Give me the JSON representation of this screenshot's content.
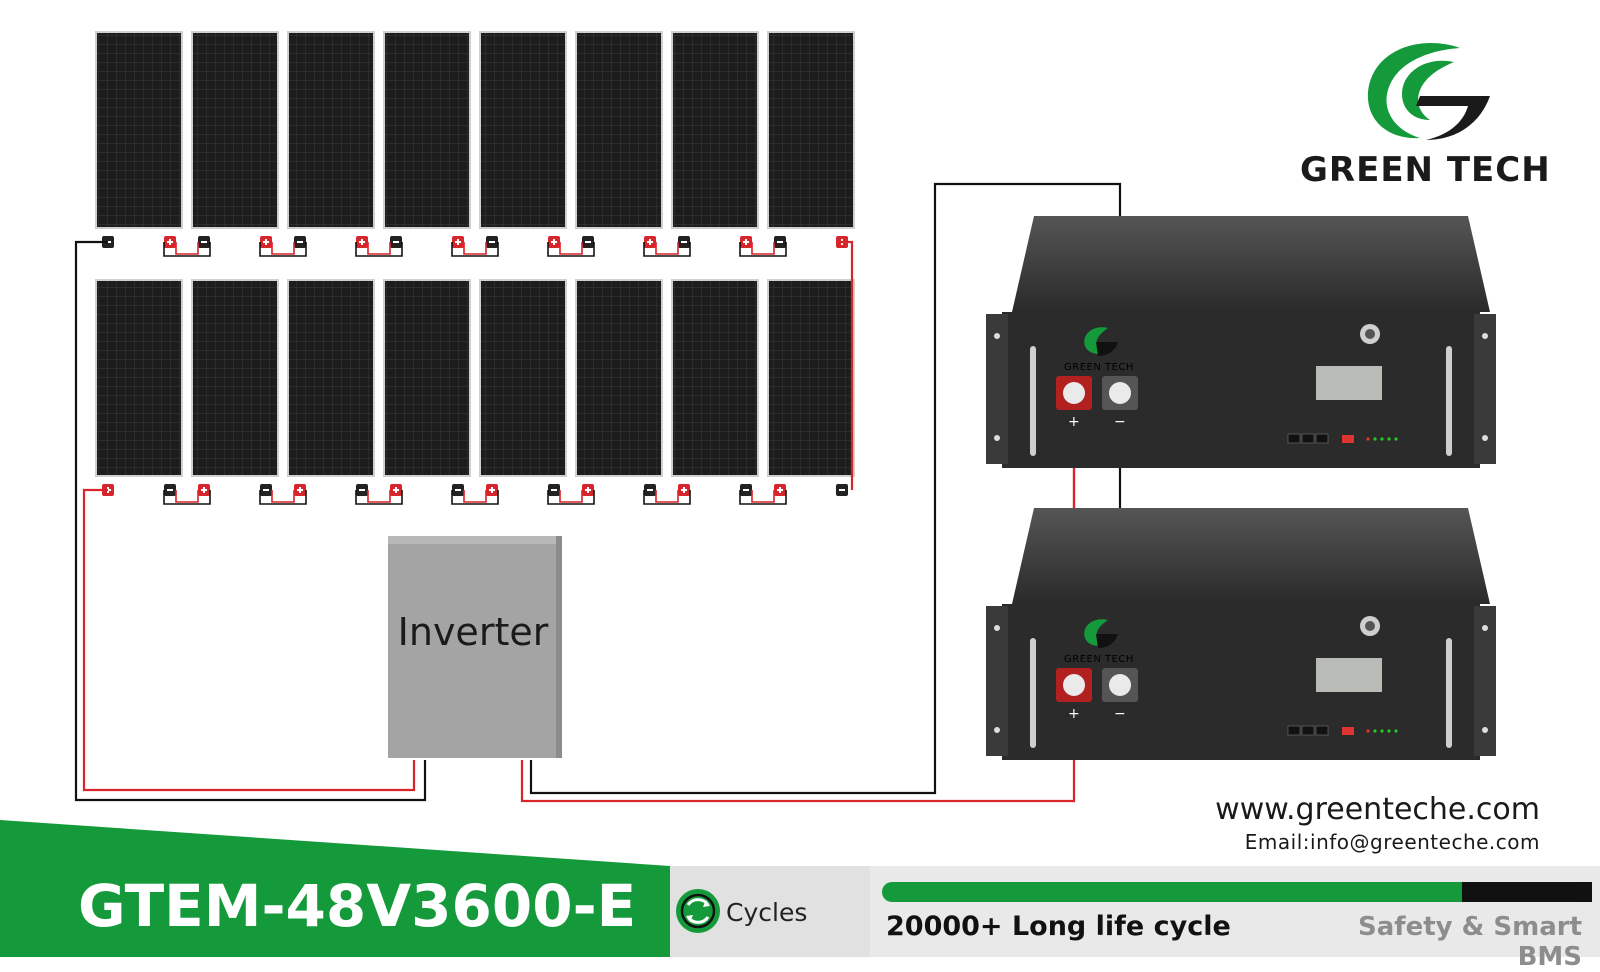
{
  "brand": {
    "name": "GREEN TECH",
    "website": "www.greenteche.com",
    "email": "Email:info@greenteche.com"
  },
  "inverter": {
    "label": "Inverter"
  },
  "battery_unit": {
    "logo_text": "GREEN TECH",
    "plus": "+",
    "minus": "−"
  },
  "footer": {
    "model": "GTEM-48V3600-E",
    "cycles_label": "Cycles",
    "life_cycle": "20000+ Long life cycle",
    "bms": "Safety & Smart BMS"
  },
  "colors": {
    "brand_green": "#159a3b",
    "wire_red": "#d8242b",
    "wire_black": "#111111",
    "inverter_gray": "#a4a4a4"
  },
  "icons": {
    "logo": "green-tech-g-logo",
    "cycles": "cycle-arrows-icon"
  }
}
